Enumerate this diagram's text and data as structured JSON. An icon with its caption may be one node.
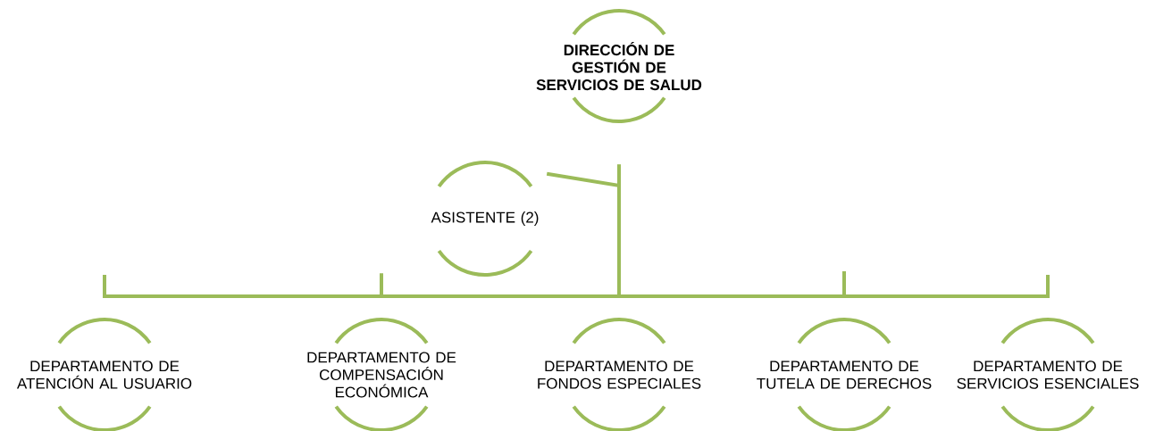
{
  "diagram": {
    "nodes": [
      {
        "text": [
          "DIRECCIÓN DE GESTIÓN DE SERVICIOS DE SALUD"
        ]
      },
      {
        "text": [
          "ASISTENTE (2)"
        ]
      },
      {
        "text": [
          "DEPARTAMENTO DE ATENCIÓN AL USUARIO"
        ]
      },
      {
        "text": [
          "DEPARTAMENTO DE COMPENSACIÓN ECONÓMICA"
        ]
      },
      {
        "text": [
          "DEPARTAMENTO DE FONDOS ESPECIALES"
        ]
      },
      {
        "text": [
          "DEPARTAMENTO DE TUTELA DE DERECHOS"
        ]
      },
      {
        "text": [
          "DEPARTAMENTO DE SERVICIOS ESENCIALES"
        ]
      }
    ],
    "edges": [
      {
        "from": 0,
        "to": 1,
        "arrow": "none"
      },
      {
        "from": 0,
        "to": 2,
        "arrow": "none"
      },
      {
        "from": 0,
        "to": 3,
        "arrow": "none"
      },
      {
        "from": 0,
        "to": 4,
        "arrow": "none"
      },
      {
        "from": 0,
        "to": 5,
        "arrow": "none"
      },
      {
        "from": 0,
        "to": 6,
        "arrow": "none"
      }
    ]
  }
}
